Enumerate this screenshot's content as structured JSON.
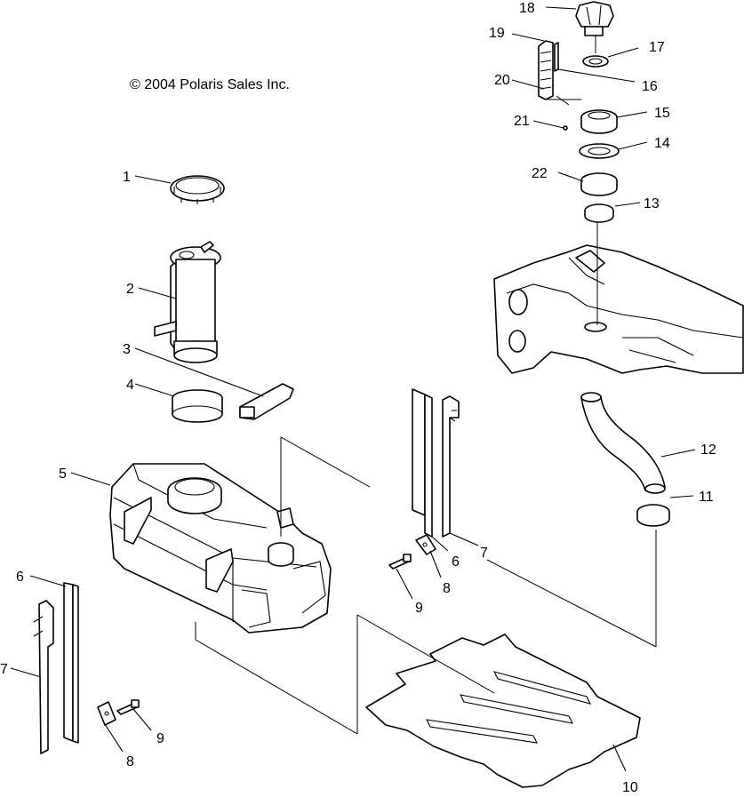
{
  "copyright": "© 2004 Polaris Sales Inc.",
  "callouts": {
    "c1": "1",
    "c2": "2",
    "c3": "3",
    "c4": "4",
    "c5": "5",
    "c6a": "6",
    "c6b": "6",
    "c7a": "7",
    "c7b": "7",
    "c8a": "8",
    "c8b": "8",
    "c9a": "9",
    "c9b": "9",
    "c10": "10",
    "c11": "11",
    "c12": "12",
    "c13": "13",
    "c14": "14",
    "c15": "15",
    "c16": "16",
    "c17": "17",
    "c18": "18",
    "c19": "19",
    "c20": "20",
    "c21": "21",
    "c22": "22"
  }
}
